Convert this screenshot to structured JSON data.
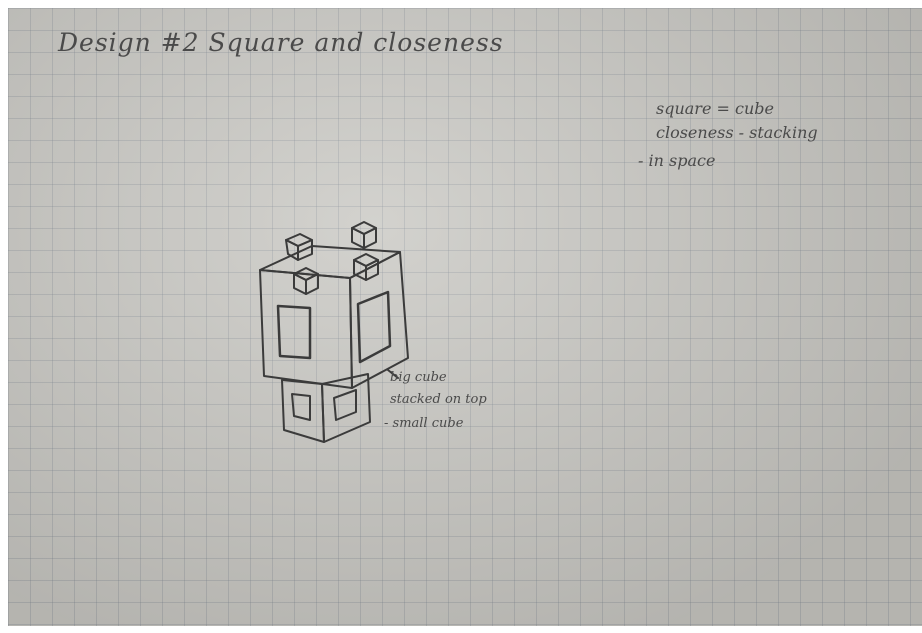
{
  "title": "Design #2 Square and closeness",
  "notes": [
    "square = cube",
    "closeness - stacking",
    "- in space"
  ],
  "labels": [
    "big cube",
    "stacked on top",
    "- small cube"
  ]
}
